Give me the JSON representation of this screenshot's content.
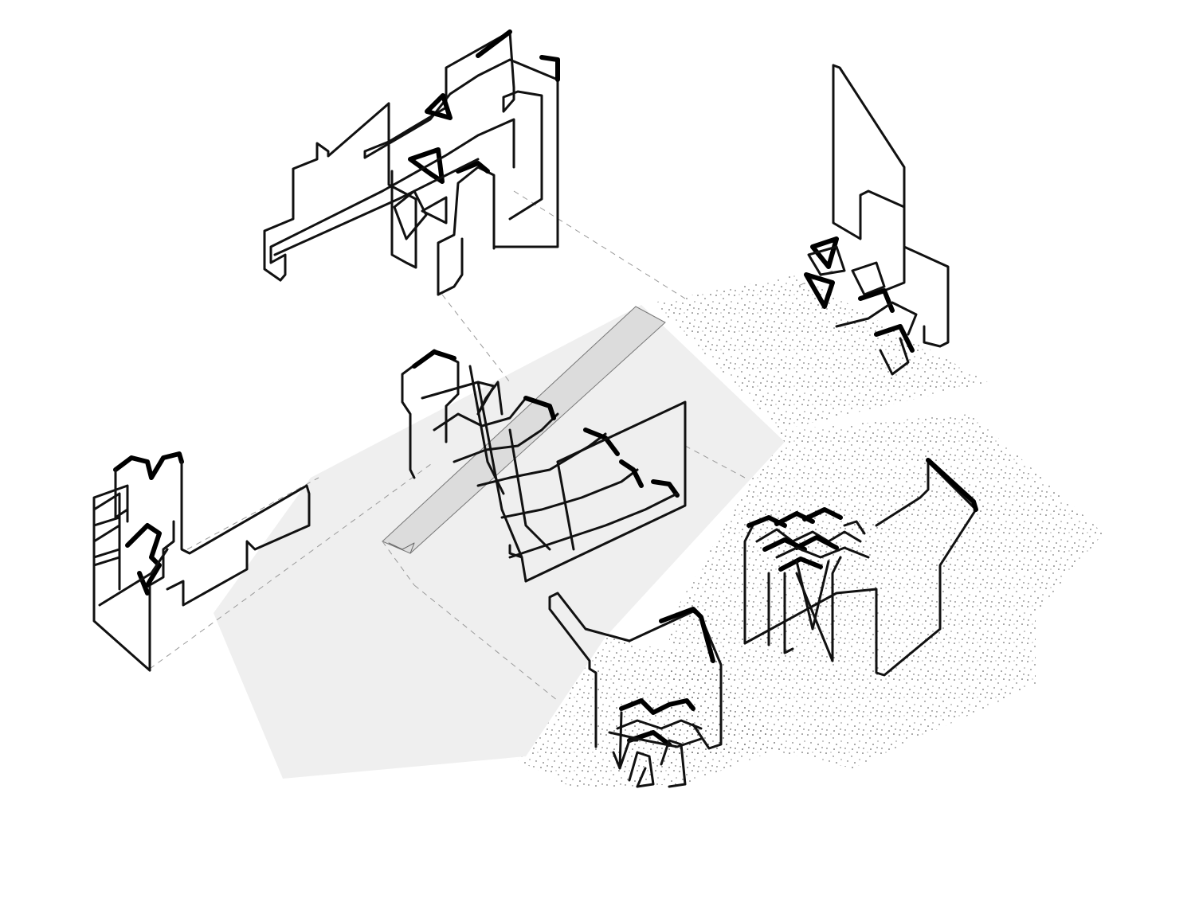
{
  "diagram": {
    "kind": "exploded axonometric wire-furniture drawing",
    "colors": {
      "background": "#ffffff",
      "line": "#111111",
      "ground_shadow": "#efefef",
      "stipple": "#444444",
      "projection": "#9a9a9a"
    },
    "elements": [
      "wire-figure-top",
      "wire-figure-top-right",
      "wire-figure-center",
      "wire-figure-left",
      "wire-figure-right",
      "wire-figure-bottom"
    ]
  }
}
